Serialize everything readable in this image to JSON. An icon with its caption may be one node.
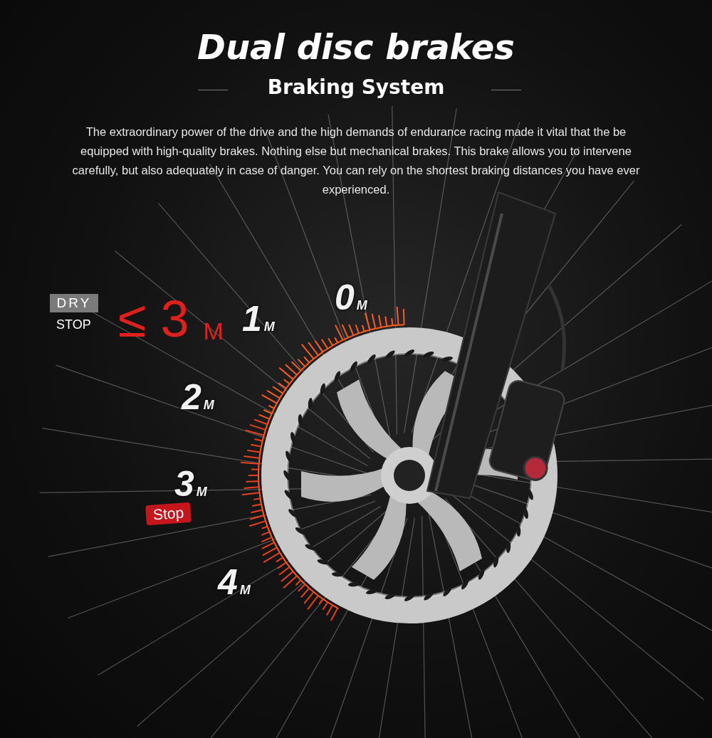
{
  "diagram": {
    "title": "Dual disc brakes",
    "nodes": [
      {
        "text": [
          "DRY"
        ]
      },
      {
        "text": [
          "Stop"
        ]
      }
    ],
    "labels": [
      "Braking System",
      "The extraordinary power of the drive and the high demands of endurance racing made it vital that the be equipped with high-quality brakes. Nothing else but mechanical brakes. This brake allows you to intervene carefully, but also adequately in case of danger. You can rely on the shortest braking distances you have ever experienced.",
      "STOP",
      "≤ 3 $_{M}$",
      "0$_{M}$",
      "1$_{M}$",
      "2$_{M}$",
      "3$_{M}$",
      "4$_{M}$"
    ]
  }
}
